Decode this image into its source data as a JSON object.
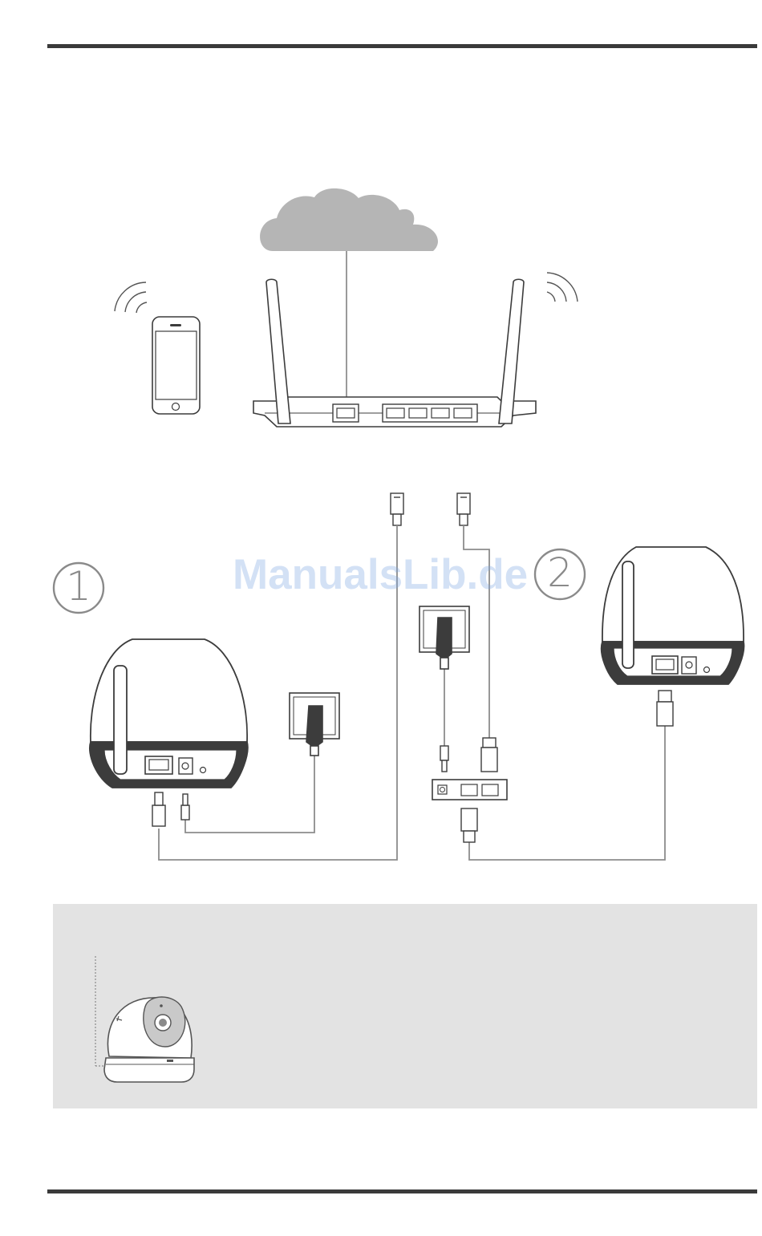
{
  "steps": [
    {
      "number": "1"
    },
    {
      "number": "2"
    }
  ],
  "watermark": "ManualsLib.de",
  "colors": {
    "rule": "#3a3a3a",
    "cloud": "#b5b5b5",
    "line": "#8c8c8c",
    "device_fill": "#ffffff",
    "device_stroke": "#3c3c3c",
    "note_background": "#e3e3e3",
    "watermark": "#78a5e1"
  },
  "icons": [
    "internet-cloud-icon",
    "smartphone-icon",
    "wifi-signal-icon",
    "router-icon",
    "camera-icon",
    "power-adapter-icon",
    "ethernet-plug-icon",
    "dc-plug-icon",
    "powerline-adapter-icon",
    "pan-tilt-camera-icon"
  ]
}
